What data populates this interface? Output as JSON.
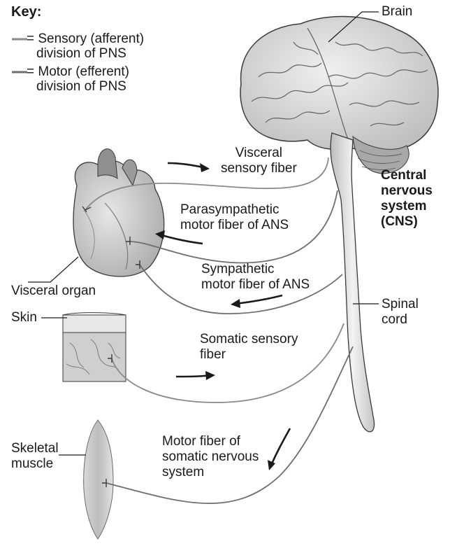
{
  "key": {
    "title": "Key:",
    "sensory_line1": "= Sensory (afferent)",
    "sensory_line2": "division of PNS",
    "motor_line1": "= Motor (efferent)",
    "motor_line2": "division of PNS"
  },
  "labels": {
    "brain": "Brain",
    "cns": "Central\nnervous\nsystem\n(CNS)",
    "visceral_sensory_fiber": "Visceral\nsensory fiber",
    "parasympathetic_fiber": "Parasympathetic\nmotor fiber of ANS",
    "sympathetic_fiber": "Sympathetic\nmotor fiber of ANS",
    "visceral_organ": "Visceral organ",
    "skin": "Skin",
    "spinal_cord": "Spinal\ncord",
    "somatic_sensory_fiber": "Somatic sensory\nfiber",
    "skeletal_muscle": "Skeletal\nmuscle",
    "somatic_motor_fiber": "Motor fiber of\nsomatic nervous\nsystem"
  },
  "colors": {
    "sensory_line": "#8a8a8a",
    "motor_line": "#6e6e6e",
    "brain": "#d9d9d9",
    "tissue": "#cfcfcf",
    "outline": "#2a2a2a"
  }
}
